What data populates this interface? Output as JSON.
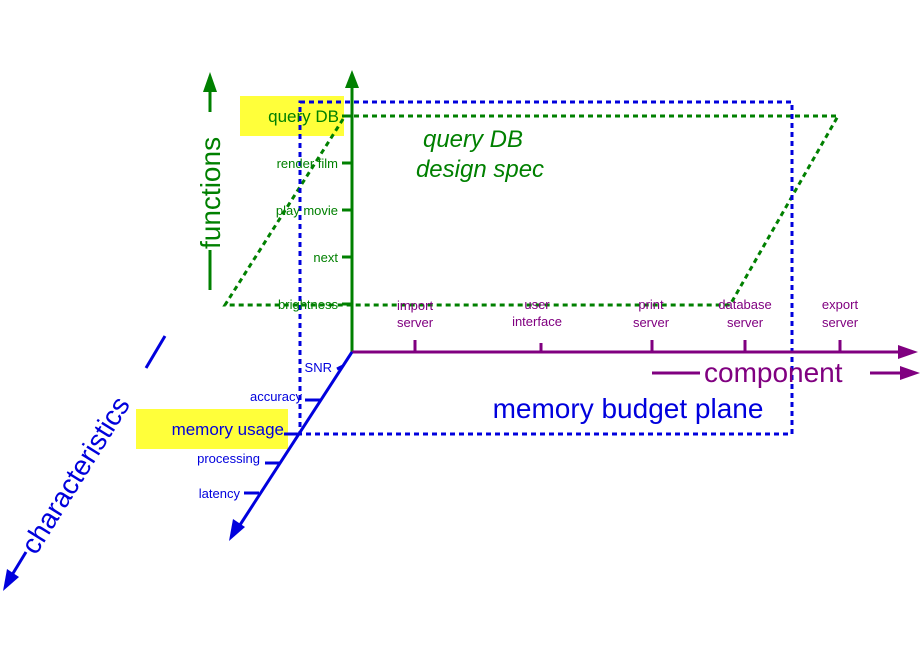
{
  "colors": {
    "functions": "#008000",
    "component": "#800080",
    "characteristics": "#0000dd",
    "highlight": "#ffff3a"
  },
  "axes": {
    "functions": {
      "label": "functions",
      "ticks": [
        "query DB",
        "render film",
        "play movie",
        "next",
        "brightness"
      ]
    },
    "component": {
      "label": "component",
      "ticks": [
        {
          "line1": "import",
          "line2": "server"
        },
        {
          "line1": "user",
          "line2": "interface"
        },
        {
          "line1": "print",
          "line2": "server"
        },
        {
          "line1": "database",
          "line2": "server"
        },
        {
          "line1": "export",
          "line2": "server"
        }
      ]
    },
    "characteristics": {
      "label": "characteristics",
      "ticks": [
        "SNR",
        "accuracy",
        "memory usage",
        "processing",
        "latency"
      ]
    }
  },
  "planes": {
    "query_db": {
      "line1": "query DB",
      "line2": "design spec"
    },
    "memory_budget": {
      "label": "memory budget plane"
    }
  },
  "highlighted": [
    "query DB",
    "memory usage"
  ]
}
